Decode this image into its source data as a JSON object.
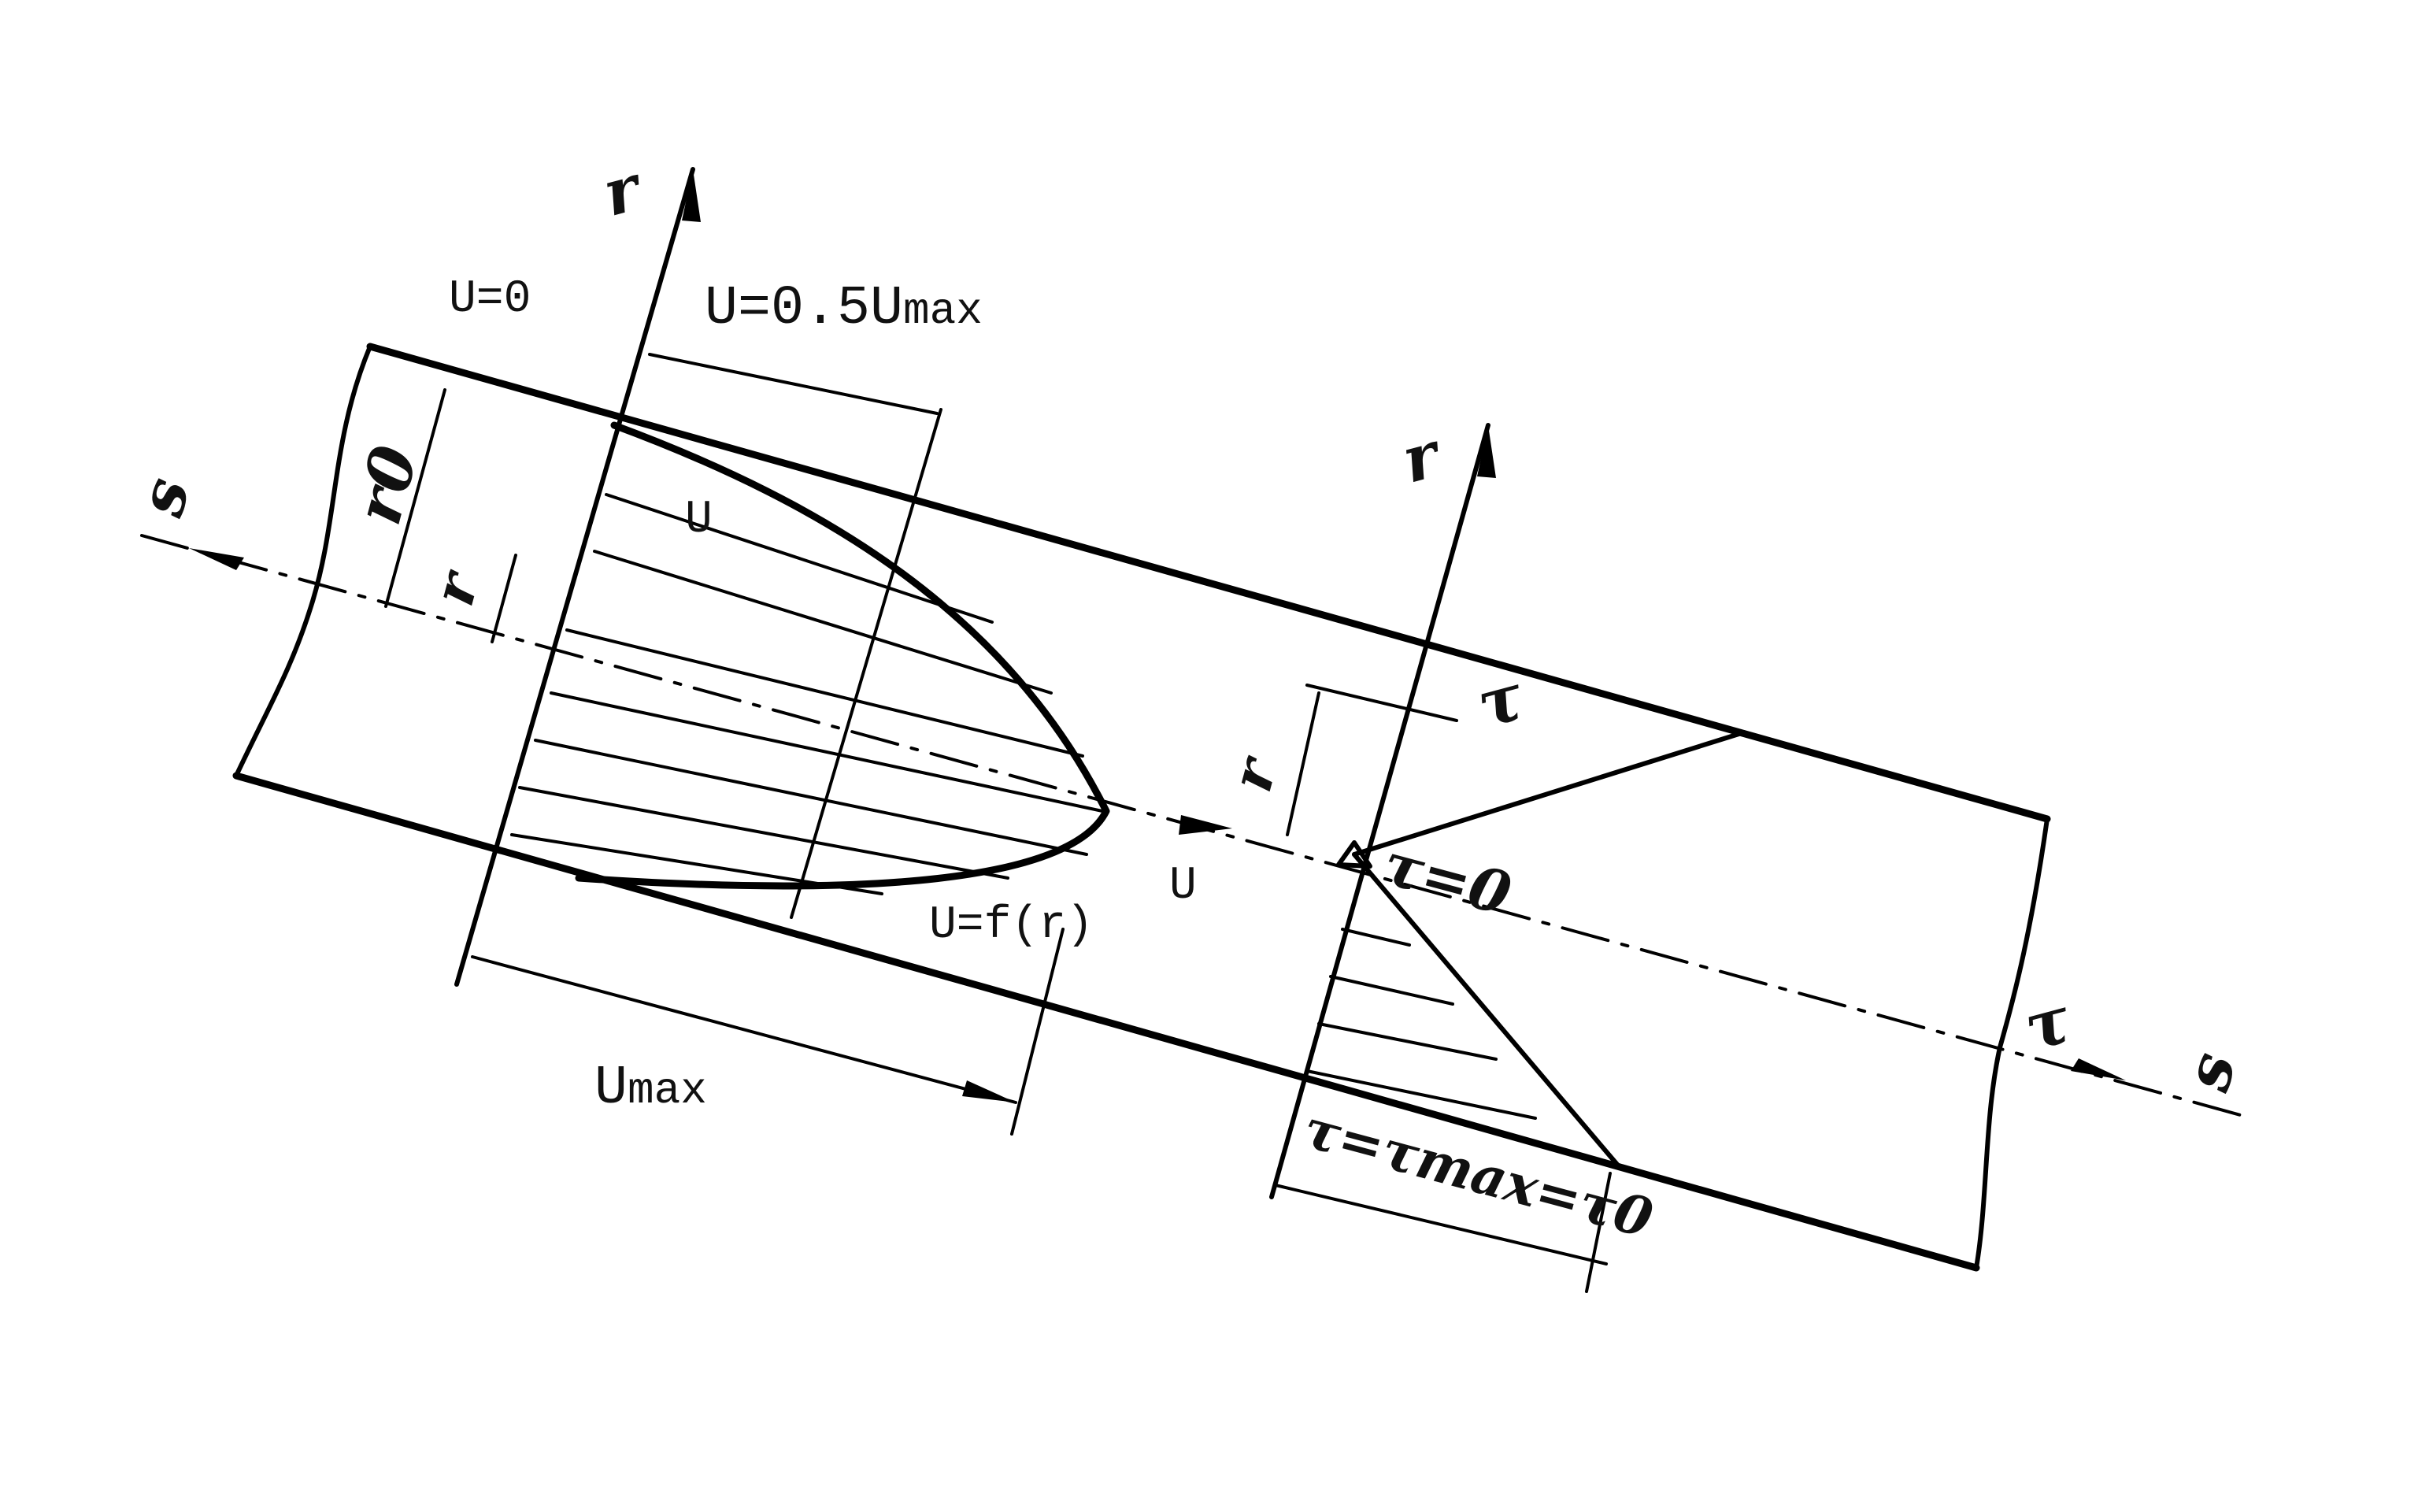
{
  "labels": {
    "u_zero": "U=0",
    "u_half_max": "U=0.5U",
    "u_half_max_sub": "max",
    "u_profile": "U",
    "u_f_r": "U=f(r)",
    "u_flow": "U",
    "u_max": "U",
    "u_max_sub": "max",
    "r_axis_left": "r",
    "r_axis_right": "r",
    "r0": "r0",
    "r_small_left": "r",
    "r_small_right": "r",
    "s_left": "s",
    "s_right": "s",
    "tau_top": "τ",
    "tau_zero": "τ=0",
    "tau_axis": "τ",
    "tau_max": "τ=τmax=τ0"
  }
}
